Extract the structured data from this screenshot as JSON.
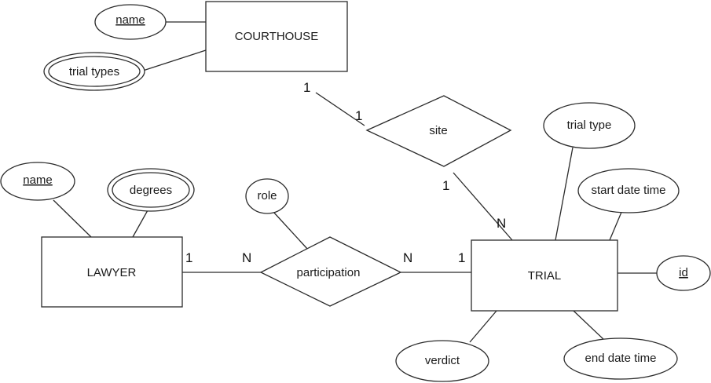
{
  "entities": {
    "courthouse": "COURTHOUSE",
    "lawyer": "LAWYER",
    "trial": "TRIAL"
  },
  "relationships": {
    "site": "site",
    "participation": "participation"
  },
  "attributes": {
    "courthouse_name": "name",
    "courthouse_trial_types": "trial types",
    "lawyer_name": "name",
    "lawyer_degrees": "degrees",
    "participation_role": "role",
    "trial_type": "trial type",
    "trial_start": "start date time",
    "trial_id": "id",
    "trial_end": "end date time",
    "trial_verdict": "verdict"
  },
  "cardinalities": {
    "courthouse_site": "1",
    "site_courthouse": "1",
    "site_trial": "1",
    "trial_site": "N",
    "lawyer_participation": "1",
    "participation_lawyer": "N",
    "participation_trial": "N",
    "trial_participation": "1"
  }
}
